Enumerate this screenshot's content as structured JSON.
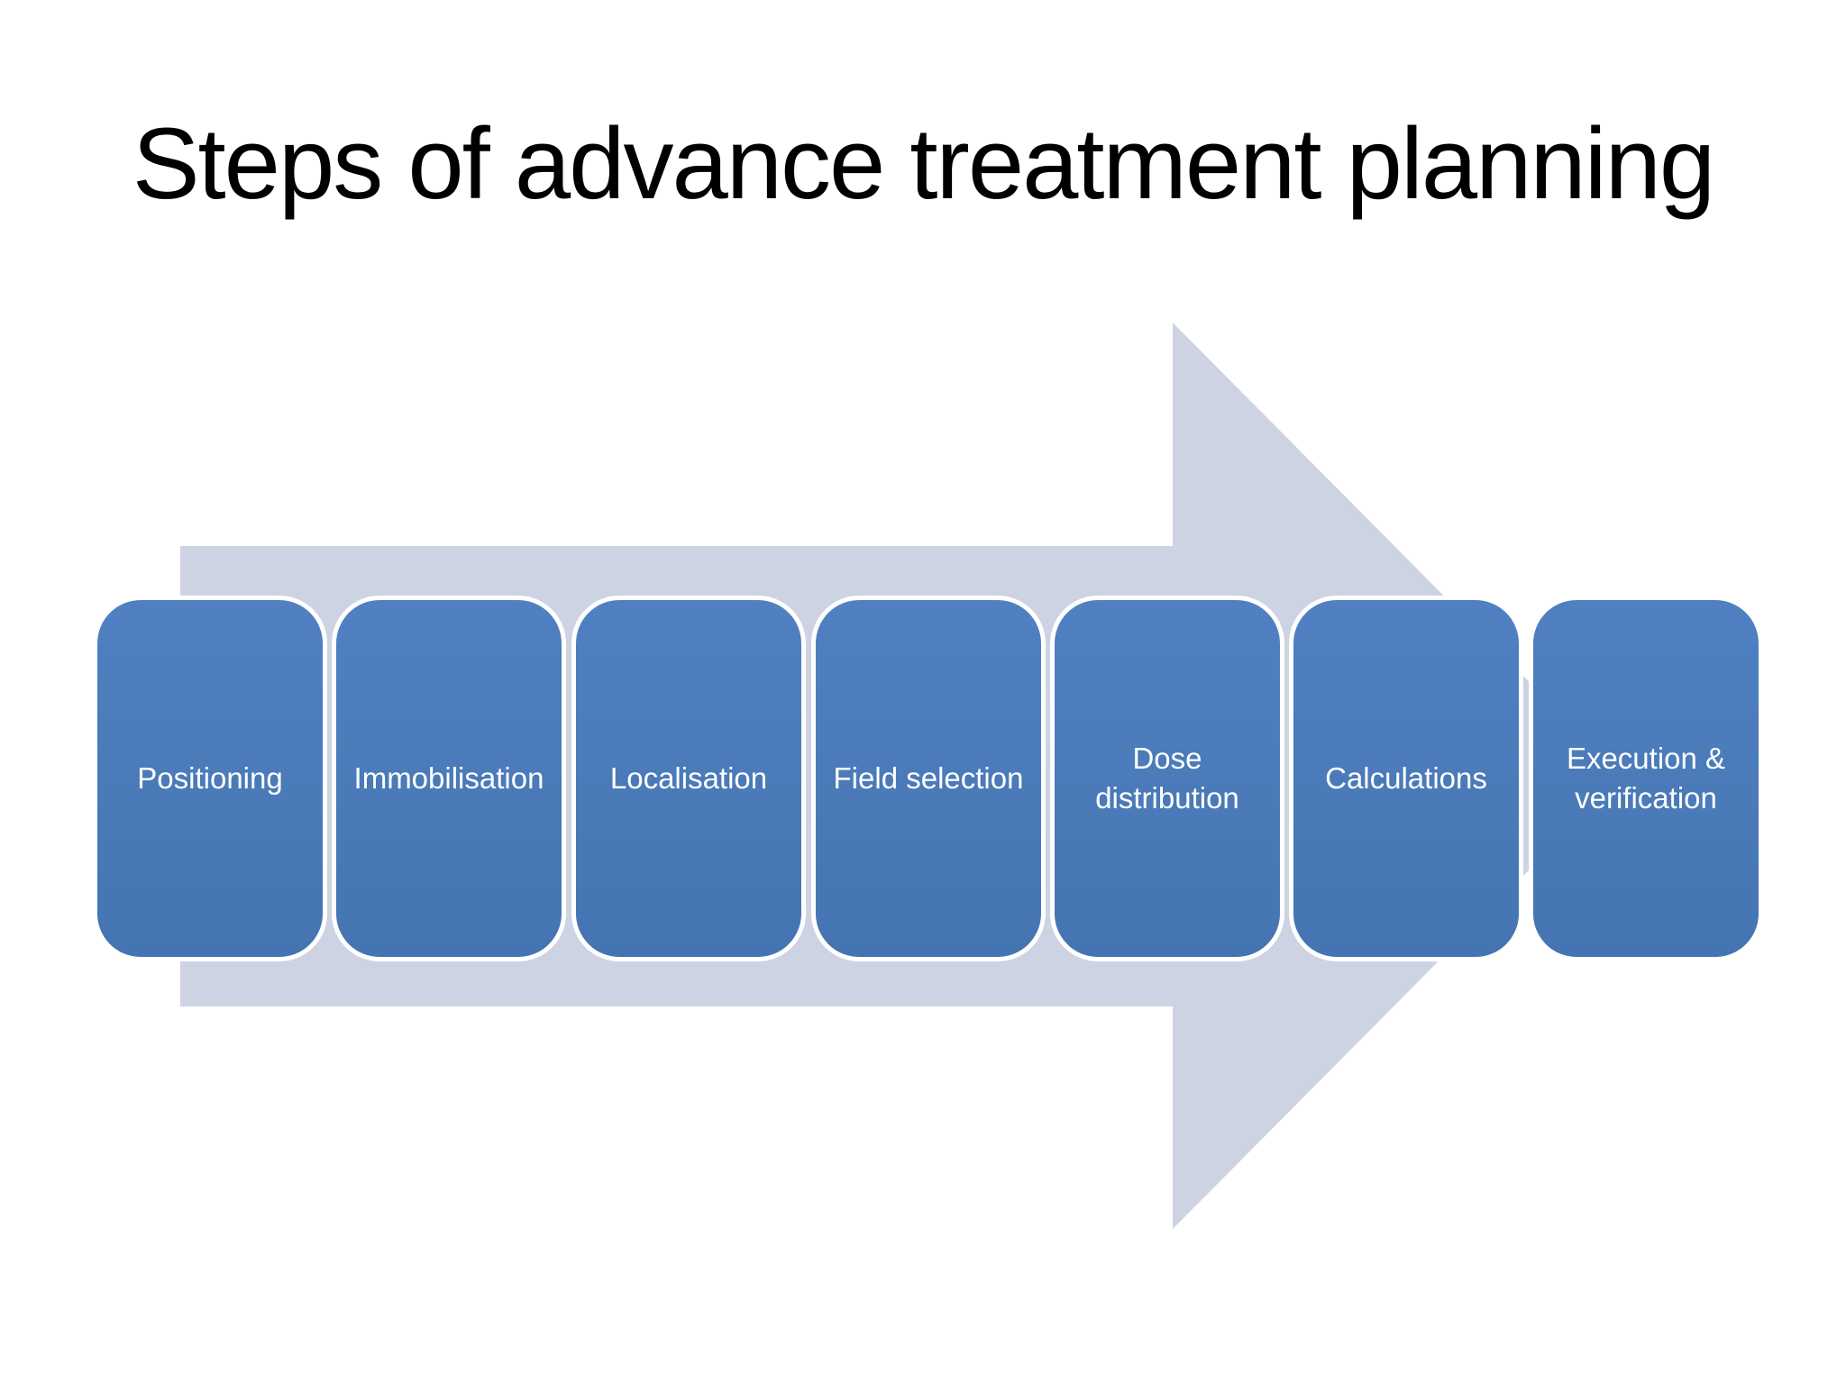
{
  "slide": {
    "title": "Steps of advance treatment planning",
    "diagram": {
      "type": "process-arrow",
      "direction": "right",
      "steps": [
        {
          "label": "Positioning"
        },
        {
          "label": "Immobilisation"
        },
        {
          "label": "Localisation"
        },
        {
          "label": "Field selection"
        },
        {
          "label": "Dose distribution"
        },
        {
          "label": "Calculations"
        },
        {
          "label": "Execution & verification"
        }
      ]
    },
    "colors": {
      "background": "#ffffff",
      "title_text": "#000000",
      "arrow_fill": "#cdd3e3",
      "box_fill_top": "#5080c2",
      "box_fill_bottom": "#4574b2",
      "box_stroke": "#ffffff",
      "box_text": "#ffffff"
    }
  }
}
